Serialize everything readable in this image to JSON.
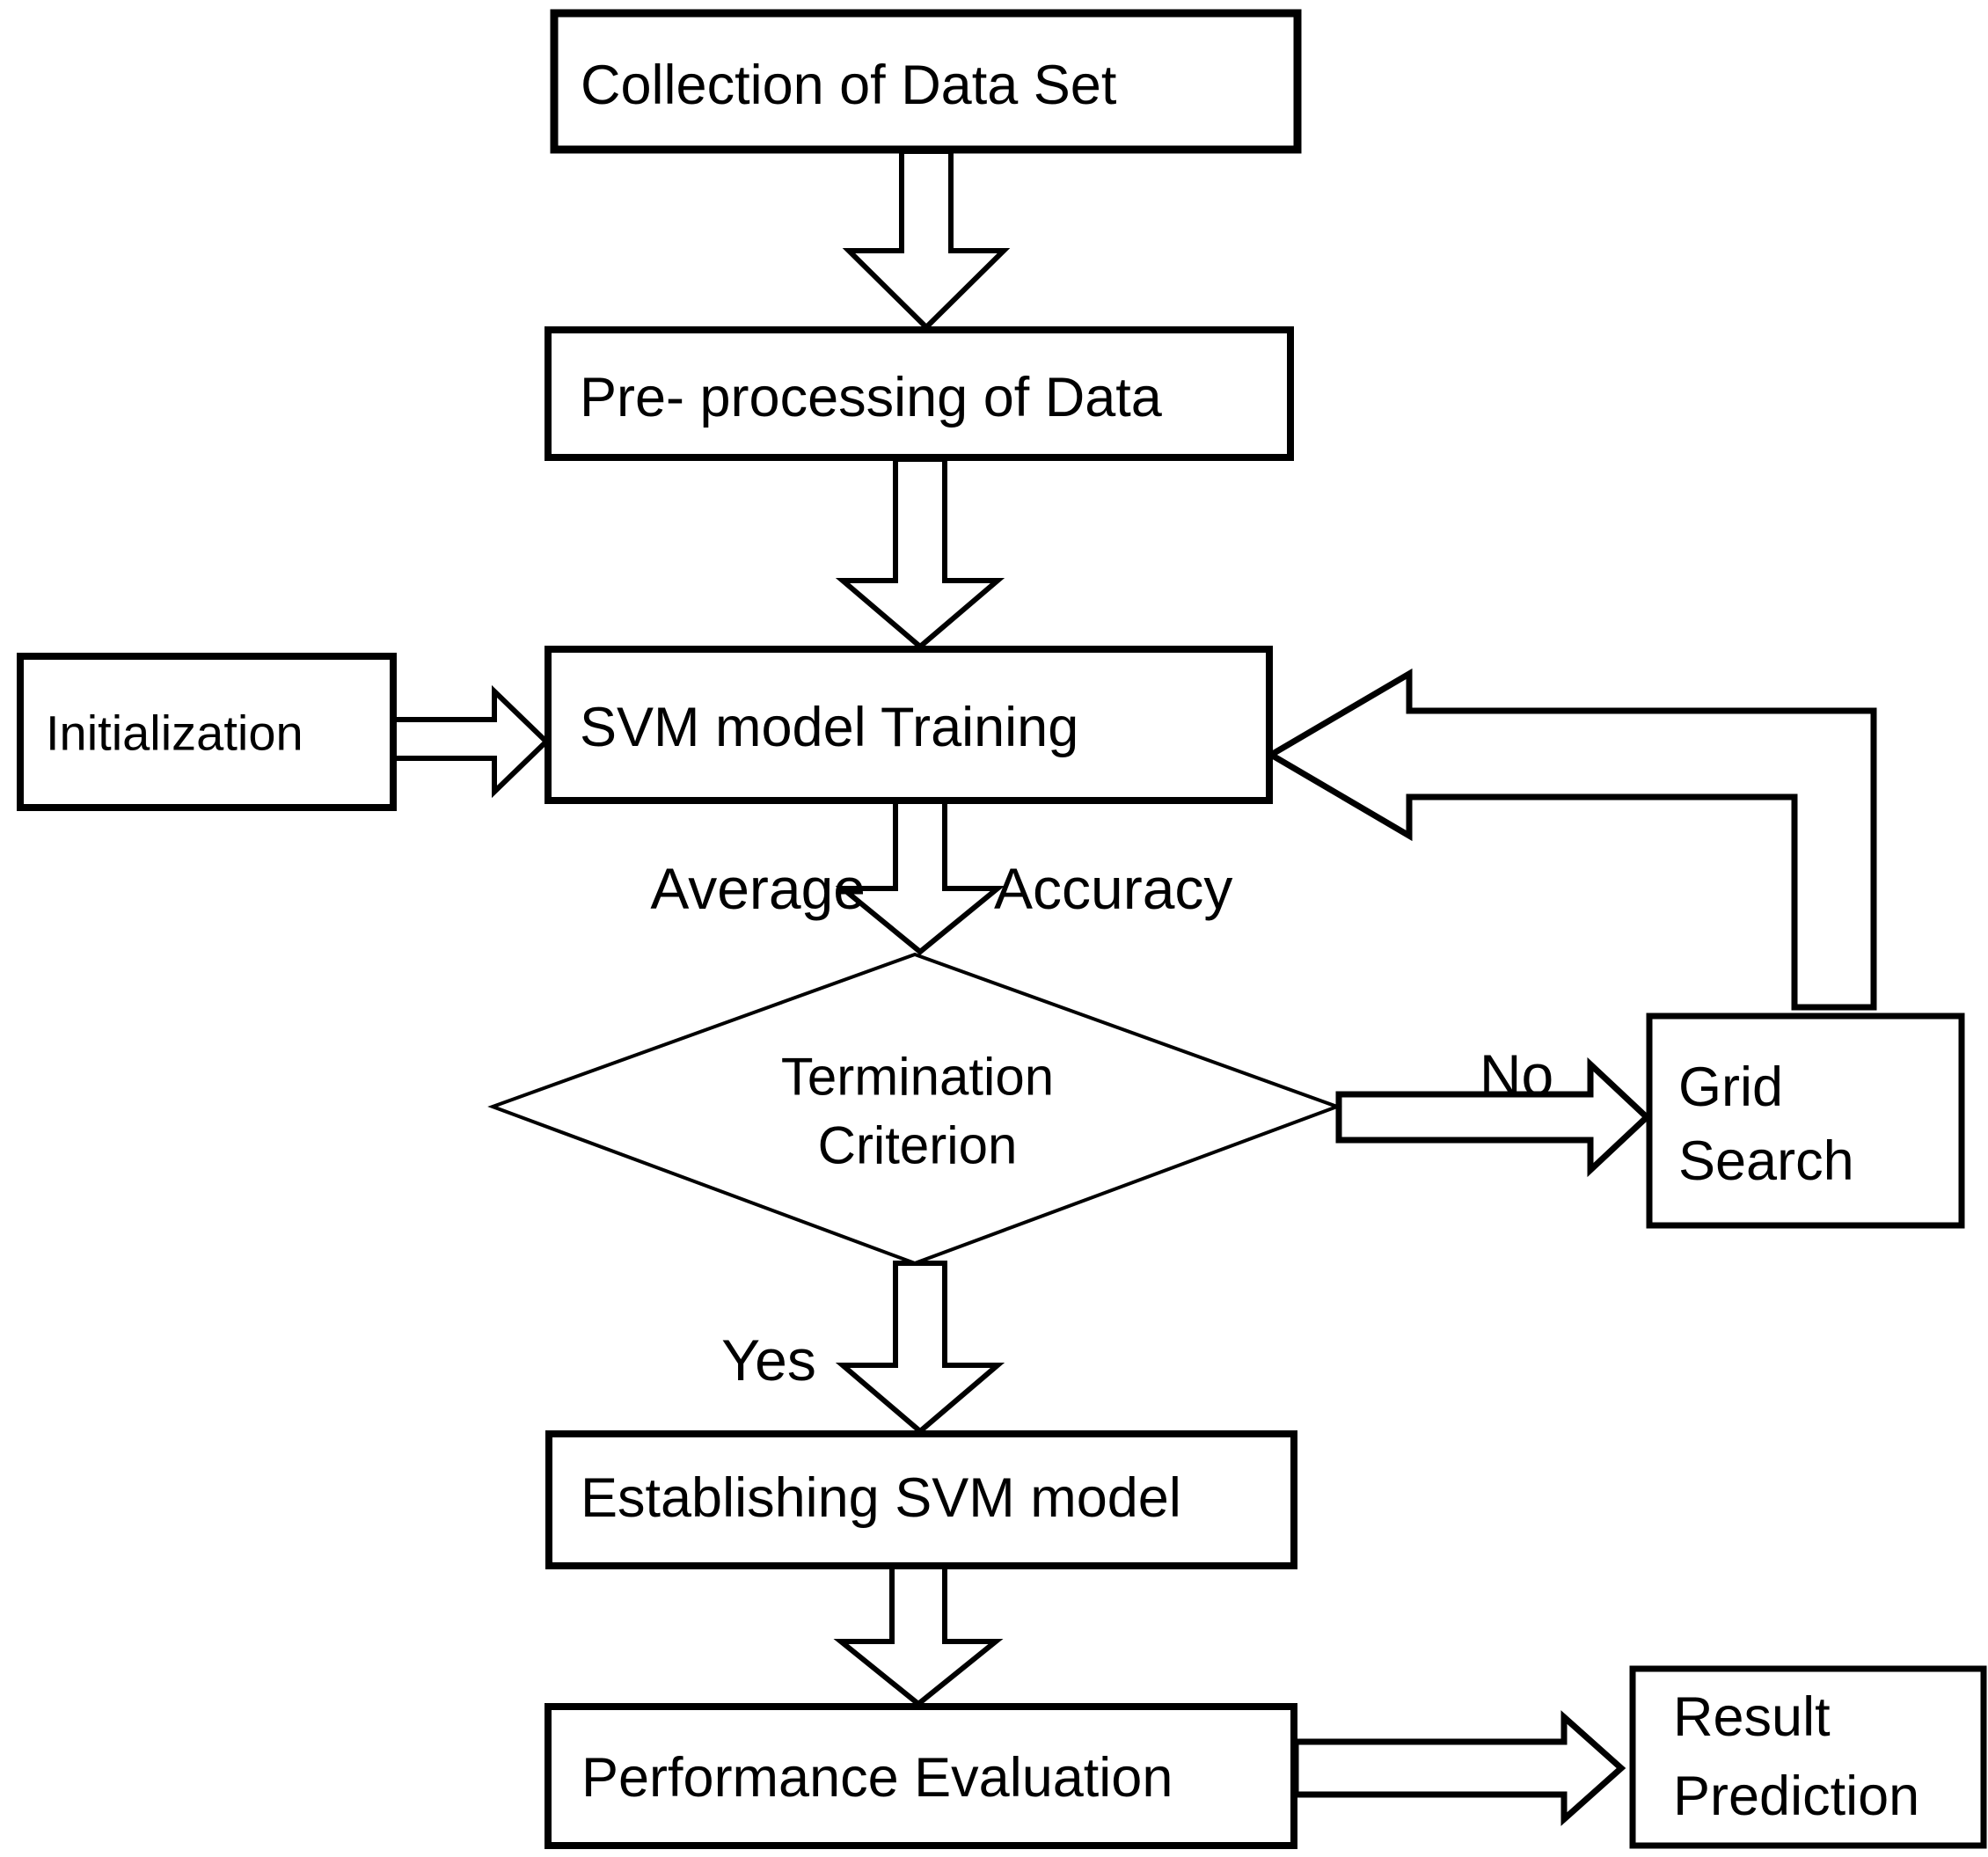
{
  "colors": {
    "ink": "#000000",
    "paper": "#ffffff"
  },
  "diagram_type": "flowchart",
  "nodes": {
    "collection": {
      "label": "Collection of Data Set",
      "shape": "rect"
    },
    "preprocessing": {
      "label": "Pre- processing of Data",
      "shape": "rect"
    },
    "initialization": {
      "label": "Initialization",
      "shape": "rect"
    },
    "svm_training": {
      "label": "SVM model Training",
      "shape": "rect"
    },
    "termination": {
      "lines": [
        "Termination",
        "Criterion"
      ],
      "shape": "diamond"
    },
    "grid_search": {
      "lines": [
        "Grid",
        "Search"
      ],
      "shape": "rect"
    },
    "establish": {
      "label": "Establishing SVM model",
      "shape": "rect"
    },
    "performance": {
      "label": "Performance Evaluation",
      "shape": "rect"
    },
    "result": {
      "lines": [
        "Result",
        "Prediction"
      ],
      "shape": "rect"
    }
  },
  "edge_labels": {
    "average": "Average",
    "accuracy": "Accuracy",
    "yes": "Yes",
    "no": "No"
  },
  "edges": [
    {
      "from": "Collection of Data Set",
      "to": "Pre- processing of Data"
    },
    {
      "from": "Pre- processing of Data",
      "to": "SVM model Training"
    },
    {
      "from": "Initialization",
      "to": "SVM model Training"
    },
    {
      "from": "SVM model Training",
      "to": "Termination Criterion",
      "label": "Average Accuracy"
    },
    {
      "from": "Termination Criterion",
      "to": "Grid Search",
      "label": "No"
    },
    {
      "from": "Grid Search",
      "to": "SVM model Training"
    },
    {
      "from": "Termination Criterion",
      "to": "Establishing SVM model",
      "label": "Yes"
    },
    {
      "from": "Establishing SVM model",
      "to": "Performance Evaluation"
    },
    {
      "from": "Performance Evaluation",
      "to": "Result Prediction"
    }
  ]
}
